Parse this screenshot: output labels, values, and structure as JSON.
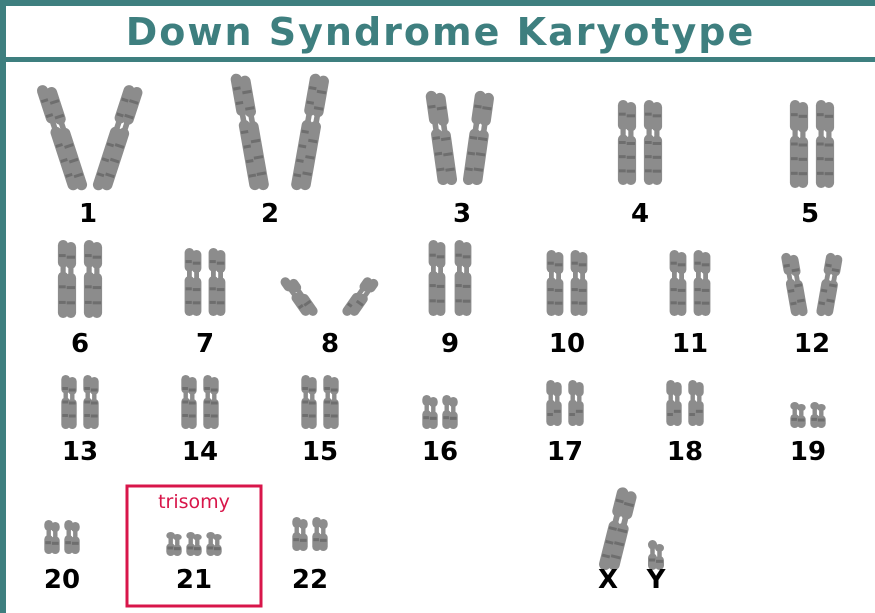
{
  "title": "Down Syndrome Karyotype",
  "highlight_label": "trisomy",
  "chromosomes": [
    {
      "label": "1",
      "copies": 2
    },
    {
      "label": "2",
      "copies": 2
    },
    {
      "label": "3",
      "copies": 2
    },
    {
      "label": "4",
      "copies": 2
    },
    {
      "label": "5",
      "copies": 2
    },
    {
      "label": "6",
      "copies": 2
    },
    {
      "label": "7",
      "copies": 2
    },
    {
      "label": "8",
      "copies": 2
    },
    {
      "label": "9",
      "copies": 2
    },
    {
      "label": "10",
      "copies": 2
    },
    {
      "label": "11",
      "copies": 2
    },
    {
      "label": "12",
      "copies": 2
    },
    {
      "label": "13",
      "copies": 2
    },
    {
      "label": "14",
      "copies": 2
    },
    {
      "label": "15",
      "copies": 2
    },
    {
      "label": "16",
      "copies": 2
    },
    {
      "label": "17",
      "copies": 2
    },
    {
      "label": "18",
      "copies": 2
    },
    {
      "label": "19",
      "copies": 2
    },
    {
      "label": "20",
      "copies": 2
    },
    {
      "label": "21",
      "copies": 3
    },
    {
      "label": "22",
      "copies": 2
    },
    {
      "label": "X",
      "copies": 1
    },
    {
      "label": "Y",
      "copies": 1
    }
  ],
  "colors": {
    "frame": "#3e7f7f",
    "chromosome": "#8c8c8c",
    "label": "#000000",
    "highlight": "#d8164a"
  }
}
